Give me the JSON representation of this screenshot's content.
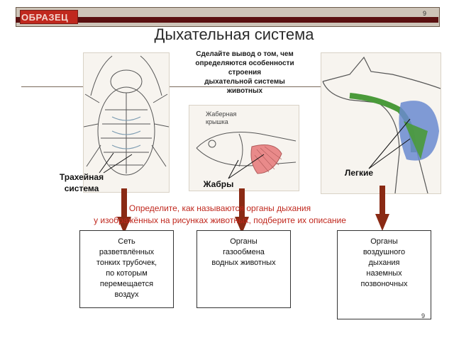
{
  "header": {
    "watermark": "ОБРАЗЕЦ",
    "page_number_top": "9"
  },
  "title": "Дыхательная система",
  "instruction": [
    "Сделайте вывод о том, чем",
    "определяются особенности",
    "строения",
    "дыхательной системы",
    "животных"
  ],
  "images": {
    "fish_caption": [
      "Жаберная",
      "крышка"
    ]
  },
  "labels": {
    "trachea": [
      "Трахейная",
      "система"
    ],
    "gills": "Жабры",
    "lungs": "Легкие"
  },
  "question": [
    "Определите, как называются органы дыхания",
    "у изображённых на рисунках животных, подберите их описание"
  ],
  "boxes": {
    "box1": [
      "Сеть",
      "разветвлённых",
      "тонких трубочек,",
      "по которым",
      "перемещается",
      "воздух"
    ],
    "box2": [
      "Органы",
      "газообмена",
      "водных животных"
    ],
    "box3": [
      "Органы",
      "воздушного",
      "дыхания",
      "наземных",
      "позвоночных"
    ]
  },
  "page_number": "9",
  "colors": {
    "accent_red": "#c0281e",
    "dark_bar": "#5a1010",
    "arrow_brown": "#8a2a14",
    "lung_green": "#4a9a3a",
    "lung_blue": "#6a8ad0",
    "gill_pink": "#e98a8a"
  }
}
